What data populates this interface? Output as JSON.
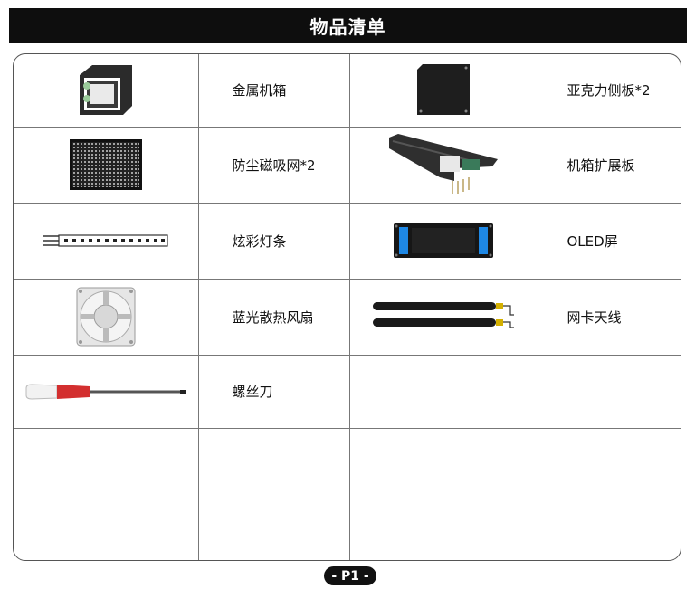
{
  "header": {
    "title": "物品清单"
  },
  "items": [
    {
      "label": "金属机箱"
    },
    {
      "label": "亚克力侧板*2"
    },
    {
      "label": "防尘磁吸网*2"
    },
    {
      "label": "机箱扩展板"
    },
    {
      "label": "炫彩灯条"
    },
    {
      "label": "OLED屏"
    },
    {
      "label": "蓝光散热风扇"
    },
    {
      "label": "网卡天线"
    },
    {
      "label": "螺丝刀"
    }
  ],
  "footer": {
    "page": "- P1 -"
  },
  "colors": {
    "header_bg": "#0e0e0e",
    "oled_blue": "#1e88e5",
    "screwdriver_red": "#d32f2f"
  }
}
